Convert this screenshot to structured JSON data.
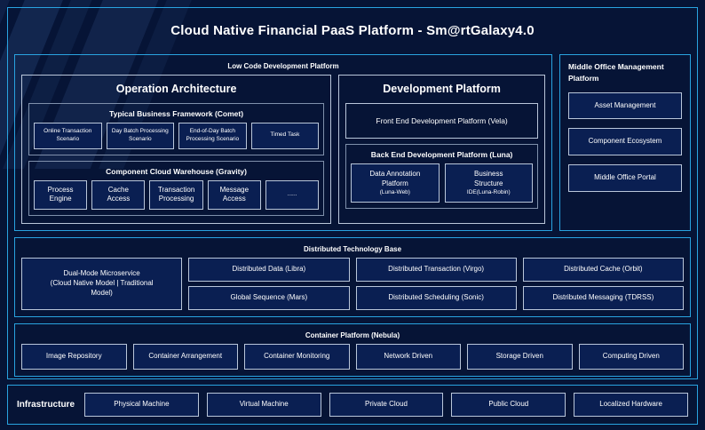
{
  "title": "Cloud Native Financial PaaS Platform - Sm@rtGalaxy4.0",
  "colors": {
    "background": "#061436",
    "panel_fill": "#0a1f52",
    "accent_border": "#29a3e0",
    "box_border": "#b9c6da",
    "group_border": "#7f90ab",
    "text": "#ffffff"
  },
  "low_code": {
    "title": "Low Code Development Platform",
    "operation_architecture": {
      "title": "Operation Architecture",
      "business_framework": {
        "title": "Typical Business Framework (Comet)",
        "items": [
          {
            "line1": "Online Transaction",
            "line2": "Scenario"
          },
          {
            "line1": "Day Batch Processing",
            "line2": "Scenario"
          },
          {
            "line1": "End-of-Day Batch",
            "line2": "Processing Scenario"
          },
          {
            "line1": "Timed Task",
            "line2": ""
          }
        ]
      },
      "component_warehouse": {
        "title": "Component Cloud Warehouse (Gravity)",
        "items": [
          {
            "line1": "Process",
            "line2": "Engine"
          },
          {
            "line1": "Cache",
            "line2": "Access"
          },
          {
            "line1": "Transaction",
            "line2": "Processing"
          },
          {
            "line1": "Message",
            "line2": "Access"
          },
          {
            "line1": "......",
            "line2": ""
          }
        ]
      }
    },
    "development_platform": {
      "title": "Development Platform",
      "front_end": "Front End Development Platform (Vela)",
      "back_end": {
        "title": "Back End Development Platform (Luna)",
        "items": [
          {
            "line1": "Data Annotation",
            "line2": "Platform",
            "line3": "(Luna-Web)"
          },
          {
            "line1": "Business",
            "line2": "Structure",
            "line3": "IDE(Luna-Robin)"
          }
        ]
      }
    }
  },
  "middle_office": {
    "title": "Middle Office Management Platform",
    "items": [
      "Asset Management",
      "Component Ecosystem",
      "Middle Office Portal"
    ]
  },
  "distributed_base": {
    "title": "Distributed Technology Base",
    "dual_mode": {
      "line1": "Dual-Mode Microservice",
      "line2": "(Cloud Native Model | Traditional",
      "line3": "Model)"
    },
    "columns": [
      {
        "top": "Distributed Data (Libra)",
        "bottom": "Global Sequence (Mars)"
      },
      {
        "top": "Distributed Transaction (Virgo)",
        "bottom": "Distributed Scheduling (Sonic)"
      },
      {
        "top": "Distributed Cache (Orbit)",
        "bottom": "Distributed Messaging (TDRSS)"
      }
    ]
  },
  "container_platform": {
    "title": "Container Platform (Nebula)",
    "items": [
      "Image Repository",
      "Container Arrangement",
      "Container Monitoring",
      "Network Driven",
      "Storage Driven",
      "Computing Driven"
    ]
  },
  "infrastructure": {
    "label": "Infrastructure",
    "items": [
      "Physical Machine",
      "Virtual Machine",
      "Private Cloud",
      "Public Cloud",
      "Localized Hardware"
    ]
  }
}
